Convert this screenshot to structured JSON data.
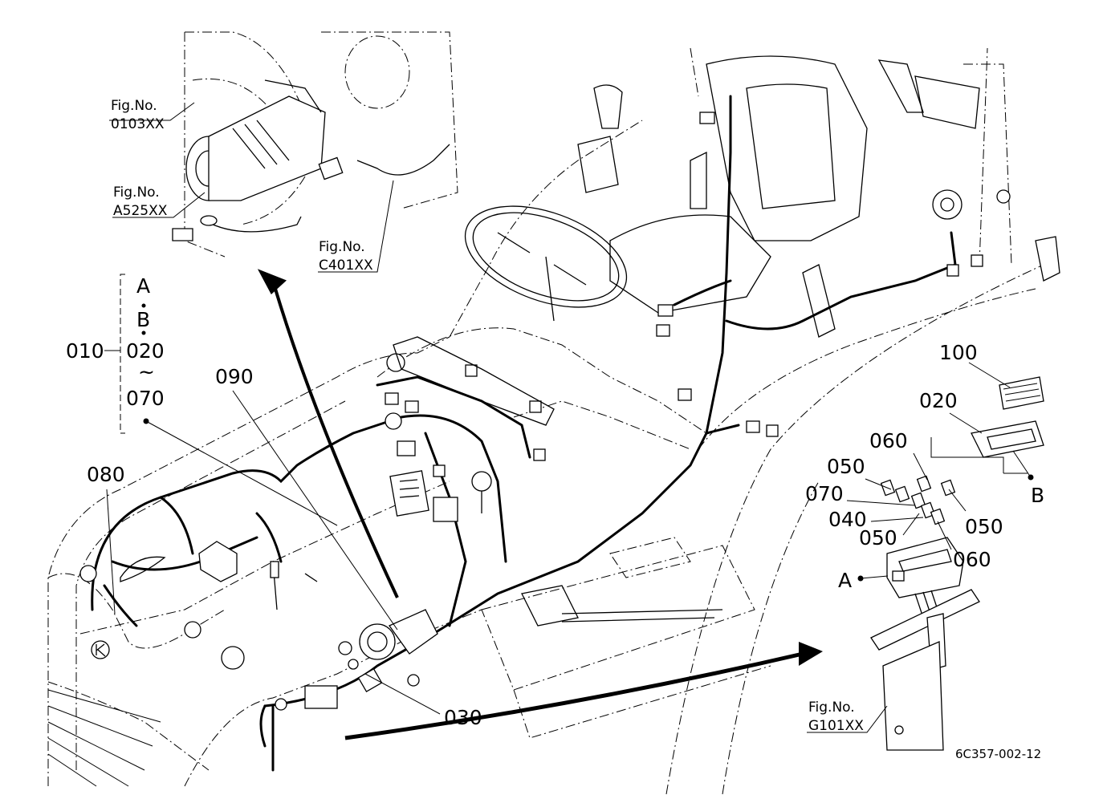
{
  "fig_refs": {
    "starter": {
      "prefix": "Fig.No.",
      "code": "0103XX"
    },
    "alternator": {
      "prefix": "Fig.No.",
      "code": "A525XX"
    },
    "battery_cable": {
      "prefix": "Fig.No.",
      "code": "C401XX"
    },
    "bracket": {
      "prefix": "Fig.No.",
      "code": "G101XX"
    }
  },
  "group_bracket": {
    "item1": "A",
    "item2": "B",
    "item3": "020",
    "tilde": "~",
    "item4": "070",
    "parent": "010"
  },
  "callouts": {
    "c080": "080",
    "c090": "090",
    "c030": "030",
    "c100": "100",
    "c020": "020",
    "c060a": "060",
    "c050a": "050",
    "c070": "070",
    "c040": "040",
    "c050b": "050",
    "c050c": "050",
    "c060b": "060",
    "cA": "A",
    "cB": "B"
  },
  "diagram_code": "6C357-002-12"
}
